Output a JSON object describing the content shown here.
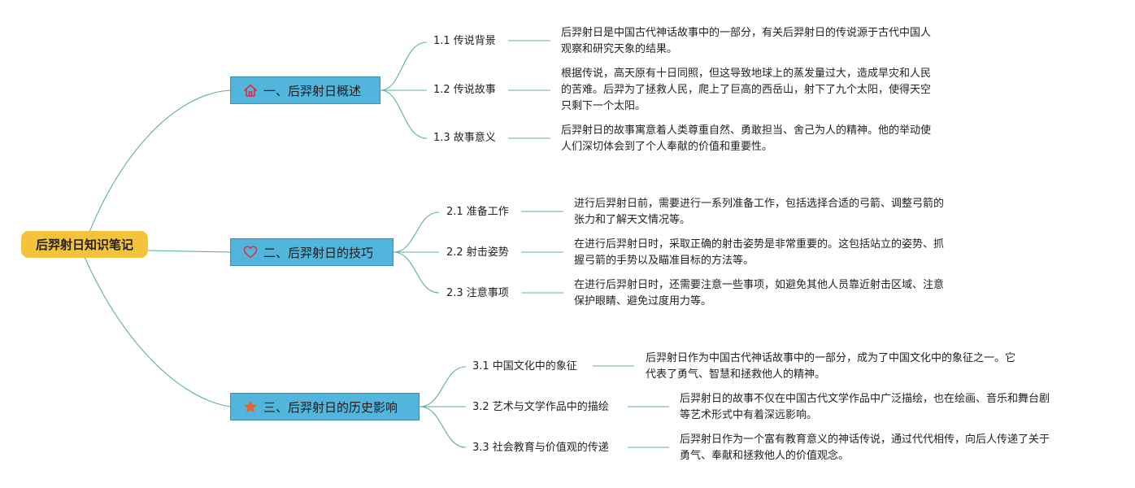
{
  "root": {
    "label": "后羿射日知识笔记"
  },
  "branches": [
    {
      "label": "一、后羿射日概述",
      "icon": "house-icon",
      "children": [
        {
          "label": "1.1 传说背景",
          "desc": [
            "后羿射日是中国古代神话故事中的一部分，有关后羿射日的传说源于古代中国人",
            "观察和研究天象的结果。"
          ]
        },
        {
          "label": "1.2 传说故事",
          "desc": [
            "根据传说，高天原有十日同照，但这导致地球上的蒸发量过大，造成旱灾和人民",
            "的苦难。后羿为了拯救人民，爬上了巨高的西岳山，射下了九个太阳，使得天空",
            "只剩下一个太阳。"
          ]
        },
        {
          "label": "1.3 故事意义",
          "desc": [
            "后羿射日的故事寓意着人类尊重自然、勇敢担当、舍己为人的精神。他的举动使",
            "人们深切体会到了个人奉献的价值和重要性。"
          ]
        }
      ]
    },
    {
      "label": "二、后羿射日的技巧",
      "icon": "heart-icon",
      "children": [
        {
          "label": "2.1 准备工作",
          "desc": [
            "进行后羿射日前，需要进行一系列准备工作，包括选择合适的弓箭、调整弓箭的",
            "张力和了解天文情况等。"
          ]
        },
        {
          "label": "2.2 射击姿势",
          "desc": [
            "在进行后羿射日时，采取正确的射击姿势是非常重要的。这包括站立的姿势、抓",
            "握弓箭的手势以及瞄准目标的方法等。"
          ]
        },
        {
          "label": "2.3 注意事项",
          "desc": [
            "在进行后羿射日时，还需要注意一些事项，如避免其他人员靠近射击区域、注意",
            "保护眼睛、避免过度用力等。"
          ]
        }
      ]
    },
    {
      "label": "三、后羿射日的历史影响",
      "icon": "star-icon",
      "children": [
        {
          "label": "3.1 中国文化中的象征",
          "desc": [
            "后羿射日作为中国古代神话故事中的一部分，成为了中国文化中的象征之一。它",
            "代表了勇气、智慧和拯救他人的精神。"
          ]
        },
        {
          "label": "3.2 艺术与文学作品中的描绘",
          "desc": [
            "后羿射日的故事不仅在中国古代文学作品中广泛描绘，也在绘画、音乐和舞台剧",
            "等艺术形式中有着深远影响。"
          ]
        },
        {
          "label": "3.3 社会教育与价值观的传递",
          "desc": [
            "后羿射日作为一个富有教育意义的神话传说，通过代代相传，向后人传递了关于",
            "勇气、奉献和拯救他人的价值观念。"
          ]
        }
      ]
    }
  ],
  "colors": {
    "root": "#f5c33b",
    "branch": "#52b6dc",
    "branch_border": "#3f8fb0",
    "line": "#5fae9f",
    "house_icon": "#d9344f",
    "heart_icon": "#d9344f",
    "star_icon": "#e8622a"
  }
}
